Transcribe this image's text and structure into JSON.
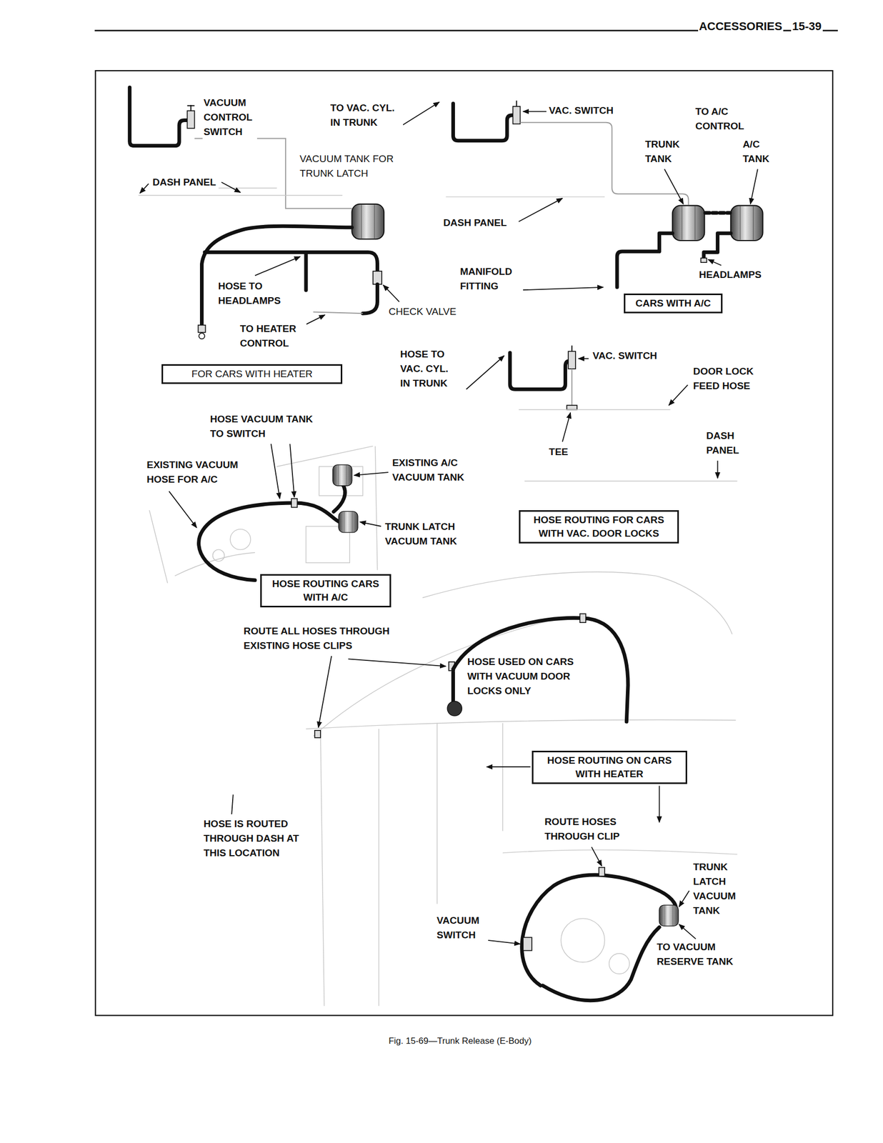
{
  "diagram": {
    "caption": "Fig. 15-69—Trunk Release (E-Body)",
    "nodes": [
      {
        "text": [
          "CARS WITH A/C"
        ]
      },
      {
        "text": [
          "FOR CARS WITH HEATER"
        ]
      },
      {
        "text": [
          "HOSE ROUTING FOR CARS WITH VAC. DOOR LOCKS"
        ]
      },
      {
        "text": [
          "HOSE ROUTING CARS WITH A/C"
        ]
      },
      {
        "text": [
          "HOSE ROUTING ON CARS WITH HEATER"
        ]
      }
    ],
    "labels": [
      "ACCESSORIES",
      "15-39",
      "VACUUM CONTROL SWITCH",
      "TO VAC. CYL. IN TRUNK",
      "DASH PANEL",
      "VACUUM TANK FOR TRUNK LATCH",
      "HOSE TO HEADLAMPS",
      "TO HEATER CONTROL",
      "CHECK VALVE",
      "VAC. SWITCH",
      "TO A/C CONTROL",
      "TRUNK TANK",
      "A/C TANK",
      "DASH PANEL",
      "MANIFOLD FITTING",
      "HEADLAMPS",
      "HOSE TO VAC. CYL. IN TRUNK",
      "VAC. SWITCH",
      "DOOR LOCK FEED HOSE",
      "TEE",
      "DASH PANEL",
      "HOSE VACUUM TANK TO SWITCH",
      "EXISTING VACUUM HOSE FOR A/C",
      "EXISTING A/C VACUUM TANK",
      "TRUNK LATCH VACUUM TANK",
      "ROUTE ALL HOSES THROUGH EXISTING HOSE CLIPS",
      "HOSE USED ON CARS WITH VACUUM DOOR LOCKS ONLY",
      "HOSE IS ROUTED THROUGH DASH AT THIS LOCATION",
      "ROUTE HOSES THROUGH CLIP",
      "TRUNK LATCH VACUUM TANK",
      "VACUUM SWITCH",
      "TO VACUUM RESERVE TANK"
    ]
  }
}
